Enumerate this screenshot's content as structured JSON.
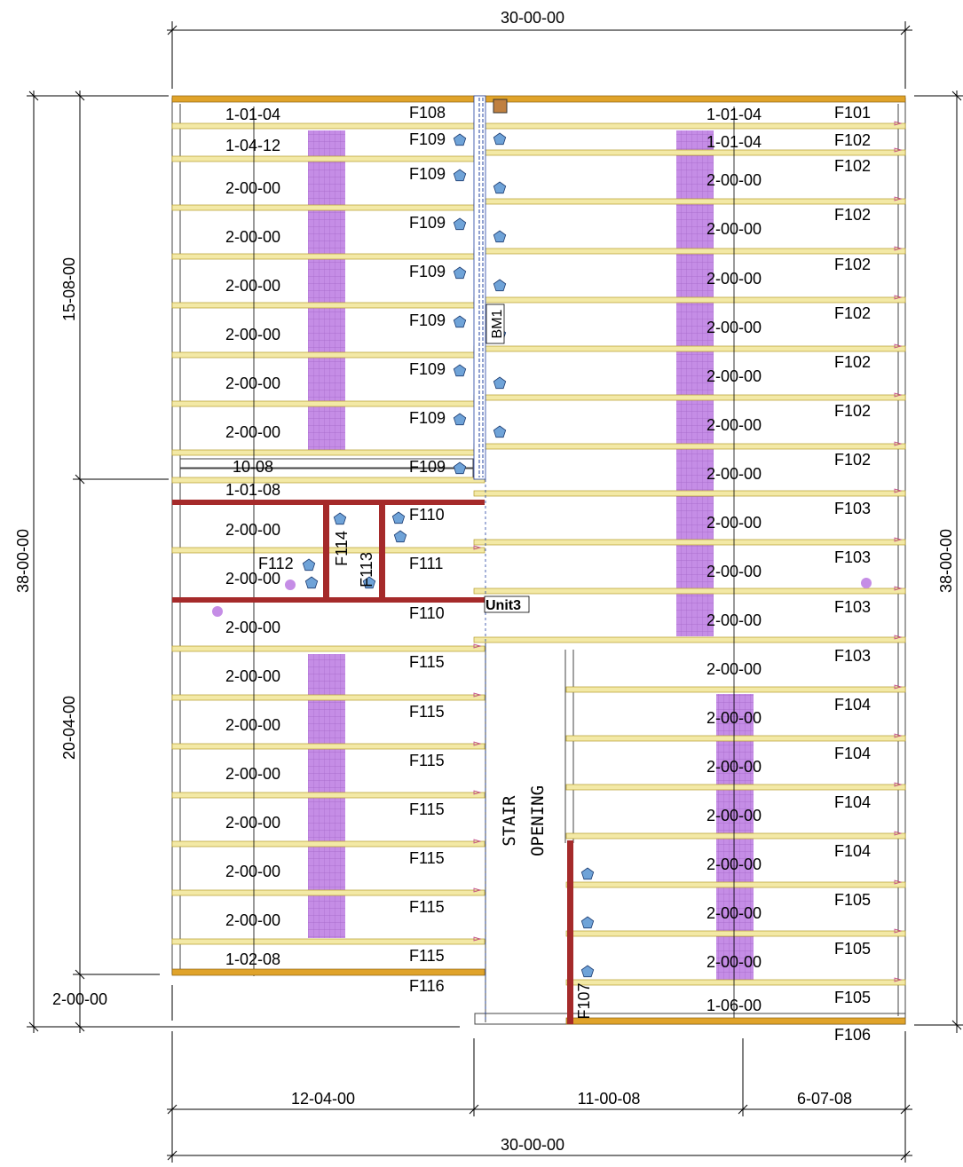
{
  "dimensions": {
    "top_total": "30-00-00",
    "bottom_total": "30-00-00",
    "bottom_segments": [
      "12-04-00",
      "11-00-08",
      "6-07-08"
    ],
    "left_total": "38-00-00",
    "right_total": "38-00-00",
    "left_upper": "15-08-00",
    "left_lower": "20-04-00",
    "left_bottom": "2-00-00"
  },
  "labels": {
    "stair_line1": "STAIR",
    "stair_line2": "OPENING",
    "beam": "BM1",
    "unit": "Unit3",
    "f112": "F112",
    "f113": "F113",
    "f114": "F114",
    "f107": "F107",
    "f106": "F106",
    "f116": "F116"
  },
  "left_bays": [
    {
      "span": "1-01-04",
      "tag": "F108"
    },
    {
      "span": "1-04-12",
      "tag": "F109"
    },
    {
      "span": "2-00-00",
      "tag": "F109"
    },
    {
      "span": "2-00-00",
      "tag": "F109"
    },
    {
      "span": "2-00-00",
      "tag": "F109"
    },
    {
      "span": "2-00-00",
      "tag": "F109"
    },
    {
      "span": "2-00-00",
      "tag": "F109"
    },
    {
      "span": "2-00-00",
      "tag": "F109"
    },
    {
      "span": "10-08",
      "tag": "F109"
    },
    {
      "span": "1-01-08",
      "tag": ""
    },
    {
      "span": "2-00-00",
      "tag": "F110"
    },
    {
      "span": "2-00-00",
      "tag": "F111"
    },
    {
      "span": "2-00-00",
      "tag": "F110"
    },
    {
      "span": "2-00-00",
      "tag": "F115"
    },
    {
      "span": "2-00-00",
      "tag": "F115"
    },
    {
      "span": "2-00-00",
      "tag": "F115"
    },
    {
      "span": "2-00-00",
      "tag": "F115"
    },
    {
      "span": "2-00-00",
      "tag": "F115"
    },
    {
      "span": "2-00-00",
      "tag": "F115"
    },
    {
      "span": "1-02-08",
      "tag": "F115"
    }
  ],
  "right_bays": [
    {
      "span": "1-01-04",
      "tag": "F101"
    },
    {
      "span": "1-01-04",
      "tag": "F102"
    },
    {
      "span": "2-00-00",
      "tag": "F102"
    },
    {
      "span": "2-00-00",
      "tag": "F102"
    },
    {
      "span": "2-00-00",
      "tag": "F102"
    },
    {
      "span": "2-00-00",
      "tag": "F102"
    },
    {
      "span": "2-00-00",
      "tag": "F102"
    },
    {
      "span": "2-00-00",
      "tag": "F102"
    },
    {
      "span": "2-00-00",
      "tag": "F102"
    },
    {
      "span": "2-00-00",
      "tag": "F103"
    },
    {
      "span": "2-00-00",
      "tag": "F103"
    },
    {
      "span": "2-00-00",
      "tag": "F103"
    },
    {
      "span": "2-00-00",
      "tag": "F103"
    },
    {
      "span": "2-00-00",
      "tag": "F104"
    },
    {
      "span": "2-00-00",
      "tag": "F104"
    },
    {
      "span": "2-00-00",
      "tag": "F104"
    },
    {
      "span": "2-00-00",
      "tag": "F104"
    },
    {
      "span": "2-00-00",
      "tag": "F105"
    },
    {
      "span": "2-00-00",
      "tag": "F105"
    },
    {
      "span": "1-06-00",
      "tag": "F105"
    }
  ],
  "colors": {
    "joist_fill": "#f3e9a6",
    "joist_edge": "#b59d2a",
    "rim": "#e0a32a",
    "beam_red": "#a52a2a",
    "blocking": "#c58de6",
    "hanger": "#6fa3d8",
    "marker": "#c060c0",
    "dim": "#000000"
  }
}
